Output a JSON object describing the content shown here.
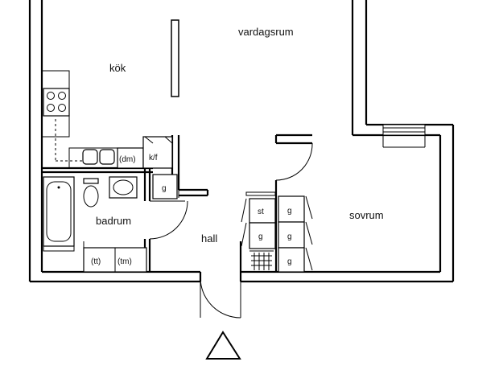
{
  "rooms": {
    "kitchen": "kök",
    "living_room": "vardagsrum",
    "bathroom": "badrum",
    "hall": "hall",
    "bedroom": "sovrum"
  },
  "fixtures": {
    "dishwasher": "(dm)",
    "fridge_freezer": "k/f",
    "wardrobe_hall": "g",
    "storage": "st",
    "wardrobe": "g",
    "dryer": "(tt)",
    "washer": "(tm)"
  }
}
